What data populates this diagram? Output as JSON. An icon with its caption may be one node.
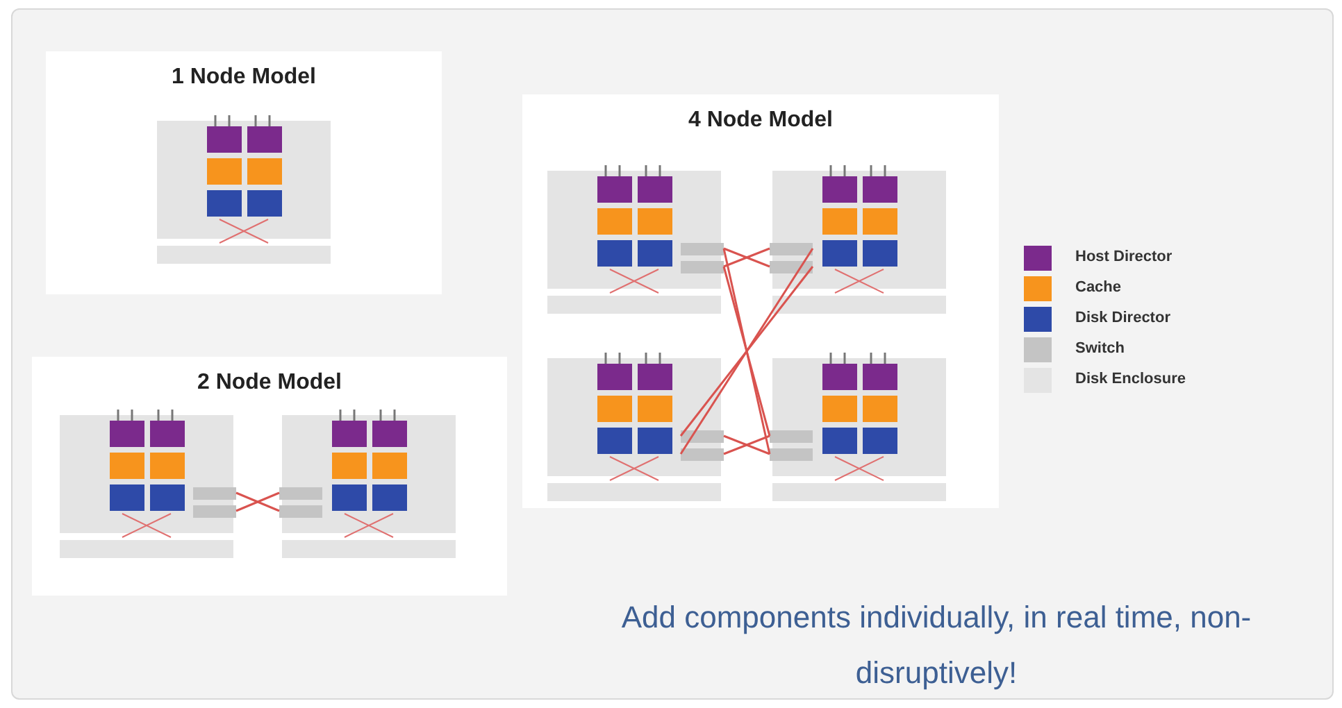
{
  "diagram": {
    "nodes": [
      {
        "text": [
          "1 Node Model"
        ]
      },
      {
        "text": [
          "2 Node Model"
        ]
      },
      {
        "text": [
          "4 Node Model"
        ]
      }
    ],
    "labels": [
      "Add components individually, in real time, non-disruptively!"
    ],
    "legend": [
      {
        "text": "Host Director",
        "color": "#7b2a8c"
      },
      {
        "text": "Cache",
        "color": "#f7941d"
      },
      {
        "text": "Disk Director",
        "color": "#2e4aa8"
      },
      {
        "text": "Switch",
        "color": "#c4c4c4"
      },
      {
        "text": "Disk Enclosure",
        "color": "#e4e4e4"
      }
    ]
  }
}
